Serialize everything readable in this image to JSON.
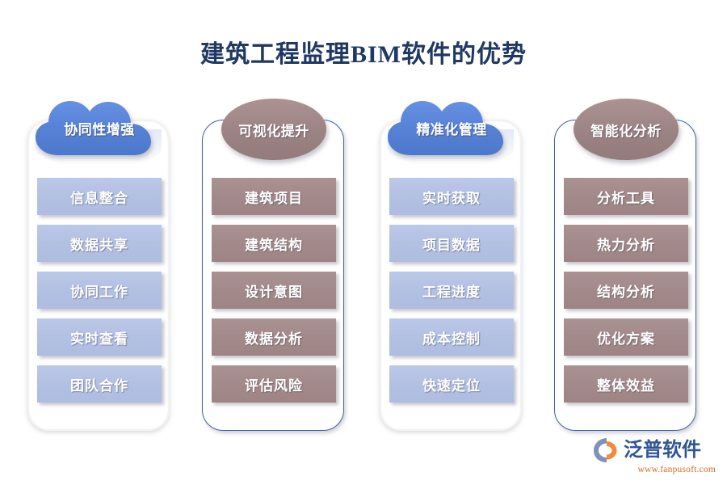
{
  "title": "建筑工程监理BIM软件的优势",
  "colors": {
    "title": "#1f3864",
    "cloud_blue": "#5580d4",
    "ellipse_mauve": "#9c8383",
    "item_blue": "#b2c0e2",
    "item_mauve": "#a38a8a",
    "panel_outline_blue": "#3c63b0",
    "logo_text": "#2f5597",
    "logo_url": "#e06a1e"
  },
  "columns": [
    {
      "header": "协同性增强",
      "badge_shape": "cloud",
      "badge_color": "#5580d4",
      "panel_style": "light",
      "item_style": "blue",
      "items": [
        "信息整合",
        "数据共享",
        "协同工作",
        "实时查看",
        "团队合作"
      ]
    },
    {
      "header": "可视化提升",
      "badge_shape": "ellipse",
      "badge_color": "#9c8383",
      "panel_style": "blue",
      "item_style": "mauve",
      "items": [
        "建筑项目",
        "建筑结构",
        "设计意图",
        "数据分析",
        "评估风险"
      ]
    },
    {
      "header": "精准化管理",
      "badge_shape": "cloud",
      "badge_color": "#5580d4",
      "panel_style": "light",
      "item_style": "blue",
      "items": [
        "实时获取",
        "项目数据",
        "工程进度",
        "成本控制",
        "快速定位"
      ]
    },
    {
      "header": "智能化分析",
      "badge_shape": "ellipse",
      "badge_color": "#9c8383",
      "panel_style": "blue",
      "item_style": "mauve",
      "items": [
        "分析工具",
        "热力分析",
        "结构分析",
        "优化方案",
        "整体效益"
      ]
    }
  ],
  "logo": {
    "name": "泛普软件",
    "url": "www.fanpusoft.com"
  }
}
